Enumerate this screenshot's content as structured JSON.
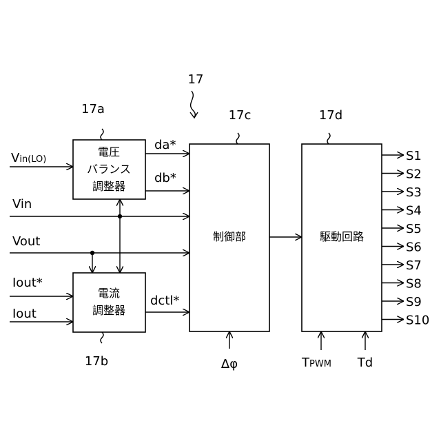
{
  "diagram": {
    "ref_main": "17",
    "blocks": {
      "b17a": {
        "ref": "17a",
        "lines": [
          "電圧",
          "バランス",
          "調整器"
        ]
      },
      "b17b": {
        "ref": "17b",
        "lines": [
          "電流",
          "調整器"
        ]
      },
      "b17c": {
        "ref": "17c",
        "label": "制御部"
      },
      "b17d": {
        "ref": "17d",
        "label": "駆動回路"
      }
    },
    "inputs": {
      "vin_lo_main": "V",
      "vin_lo_sub": "in(LO)",
      "vin": "Vin",
      "vout": "Vout",
      "iout_ref": "Iout*",
      "iout": "Iout"
    },
    "signals": {
      "da": "da*",
      "db": "db*",
      "dctl": "dctl*",
      "dphi": "Δφ",
      "tpwm_main": "T",
      "tpwm_sub": "PWM",
      "td": "Td"
    },
    "outputs": [
      "S1",
      "S2",
      "S3",
      "S4",
      "S5",
      "S6",
      "S7",
      "S8",
      "S9",
      "S10"
    ]
  }
}
